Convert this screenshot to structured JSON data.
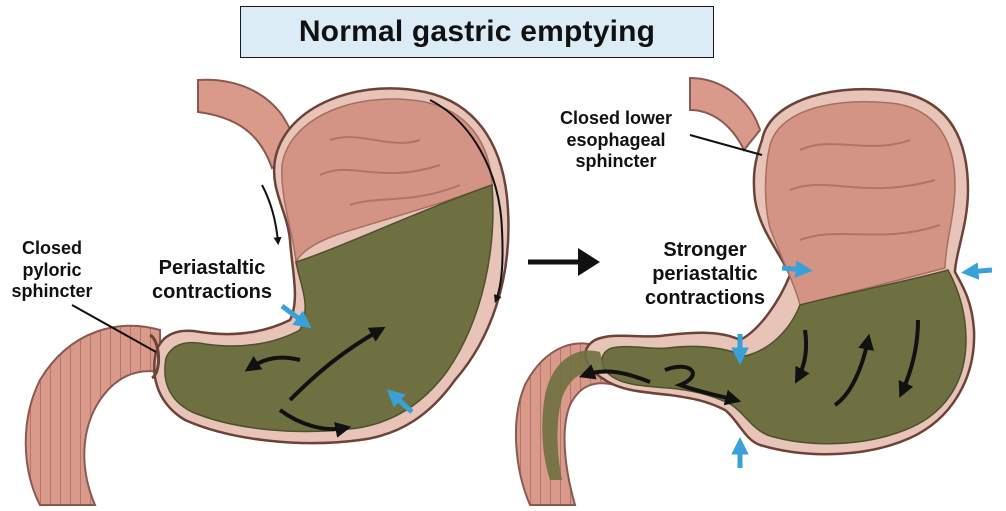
{
  "title": "Normal gastric emptying",
  "left_panel": {
    "pyloric_label": [
      "Closed",
      "pyloric",
      "sphincter"
    ],
    "peristaltic_label": [
      "Periastaltic",
      "contractions"
    ]
  },
  "right_panel": {
    "les_label": [
      "Closed lower",
      "esophageal",
      "sphincter"
    ],
    "stronger_label": [
      "Stronger",
      "periastaltic",
      "contractions"
    ]
  },
  "colors": {
    "tissue": "#d99a8c",
    "tissue_dark": "#b7756a",
    "chyme": "#6f7041",
    "chyme_light": "#8b8b57",
    "contraction_arrow": "#3aa0d8",
    "outline": "#5b3a32"
  }
}
